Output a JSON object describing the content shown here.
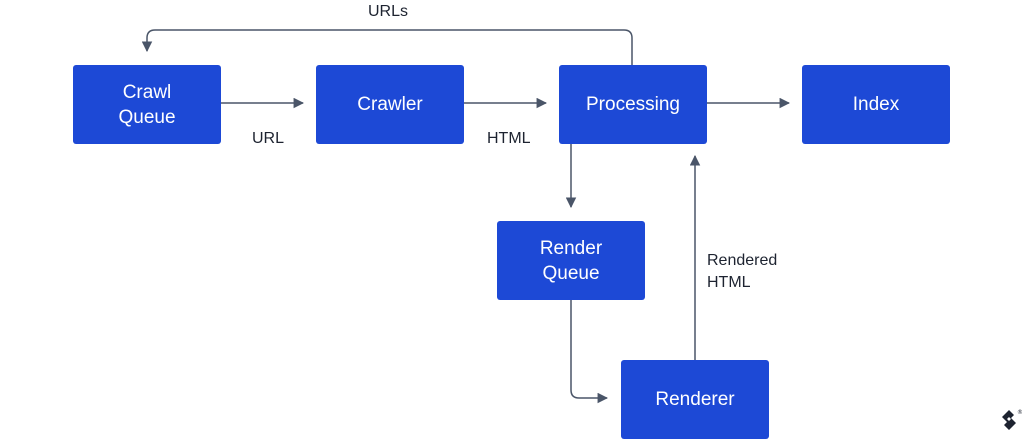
{
  "colors": {
    "node_fill": "#1d49d6",
    "node_text": "#ffffff",
    "edge_stroke": "#4a5568",
    "label_text": "#1d2330",
    "background": "#ffffff"
  },
  "nodes": {
    "crawl_queue": "Crawl\nQueue",
    "crawler": "Crawler",
    "processing": "Processing",
    "index": "Index",
    "render_queue": "Render\nQueue",
    "renderer": "Renderer"
  },
  "edge_labels": {
    "urls": "URLs",
    "url": "URL",
    "html": "HTML",
    "rendered_html": "Rendered\nHTML"
  },
  "logo": {
    "icon": "toptal-logo-icon",
    "mark": "®"
  }
}
